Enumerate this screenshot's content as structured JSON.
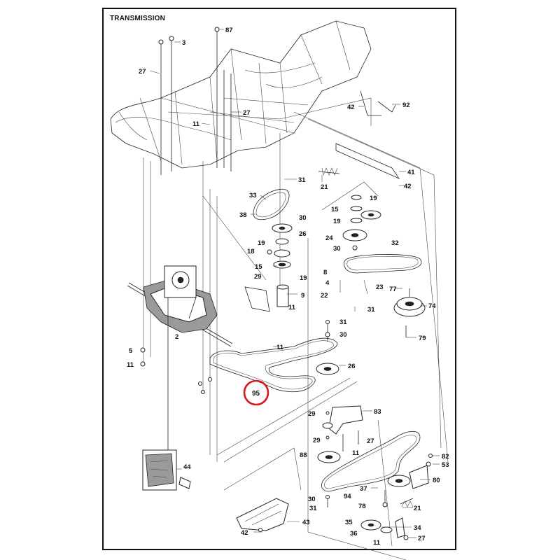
{
  "title": "TRANSMISSION",
  "highlight": {
    "label": "95",
    "color": "#d9141c"
  },
  "callouts": {
    "c87": "87",
    "c3": "3",
    "c27a": "27",
    "c27b": "27",
    "c11a": "11",
    "c42a": "42",
    "c92": "92",
    "c41": "41",
    "c42b": "42",
    "c31a": "31",
    "c21a": "21",
    "c33": "33",
    "c38": "38",
    "c30a": "30",
    "c26a": "26",
    "c19a": "19",
    "c18": "18",
    "c15a": "15",
    "c19b": "19",
    "c29a": "29",
    "c9": "9",
    "c11b": "11",
    "c19c": "19",
    "c15b": "15",
    "c19d": "19",
    "c24": "24",
    "c30b": "30",
    "c32": "32",
    "c8": "8",
    "c4": "4",
    "c22": "22",
    "c23": "23",
    "c31b": "31",
    "c77": "77",
    "c74": "74",
    "c31c": "31",
    "c30c": "30",
    "c79": "79",
    "c11c": "11",
    "c26b": "26",
    "c5": "5",
    "c11d": "11",
    "c2": "2",
    "c83": "83",
    "c29b": "29",
    "c29c": "29",
    "c27c": "27",
    "c11e": "11",
    "c88": "88",
    "c82": "82",
    "c53": "53",
    "c80": "80",
    "c44": "44",
    "c37": "37",
    "c94": "94",
    "c30d": "30",
    "c78": "78",
    "c21b": "21",
    "c31d": "31",
    "c43": "43",
    "c35": "35",
    "c34": "34",
    "c42c": "42",
    "c36": "36",
    "c11f": "11",
    "c27d": "27"
  }
}
